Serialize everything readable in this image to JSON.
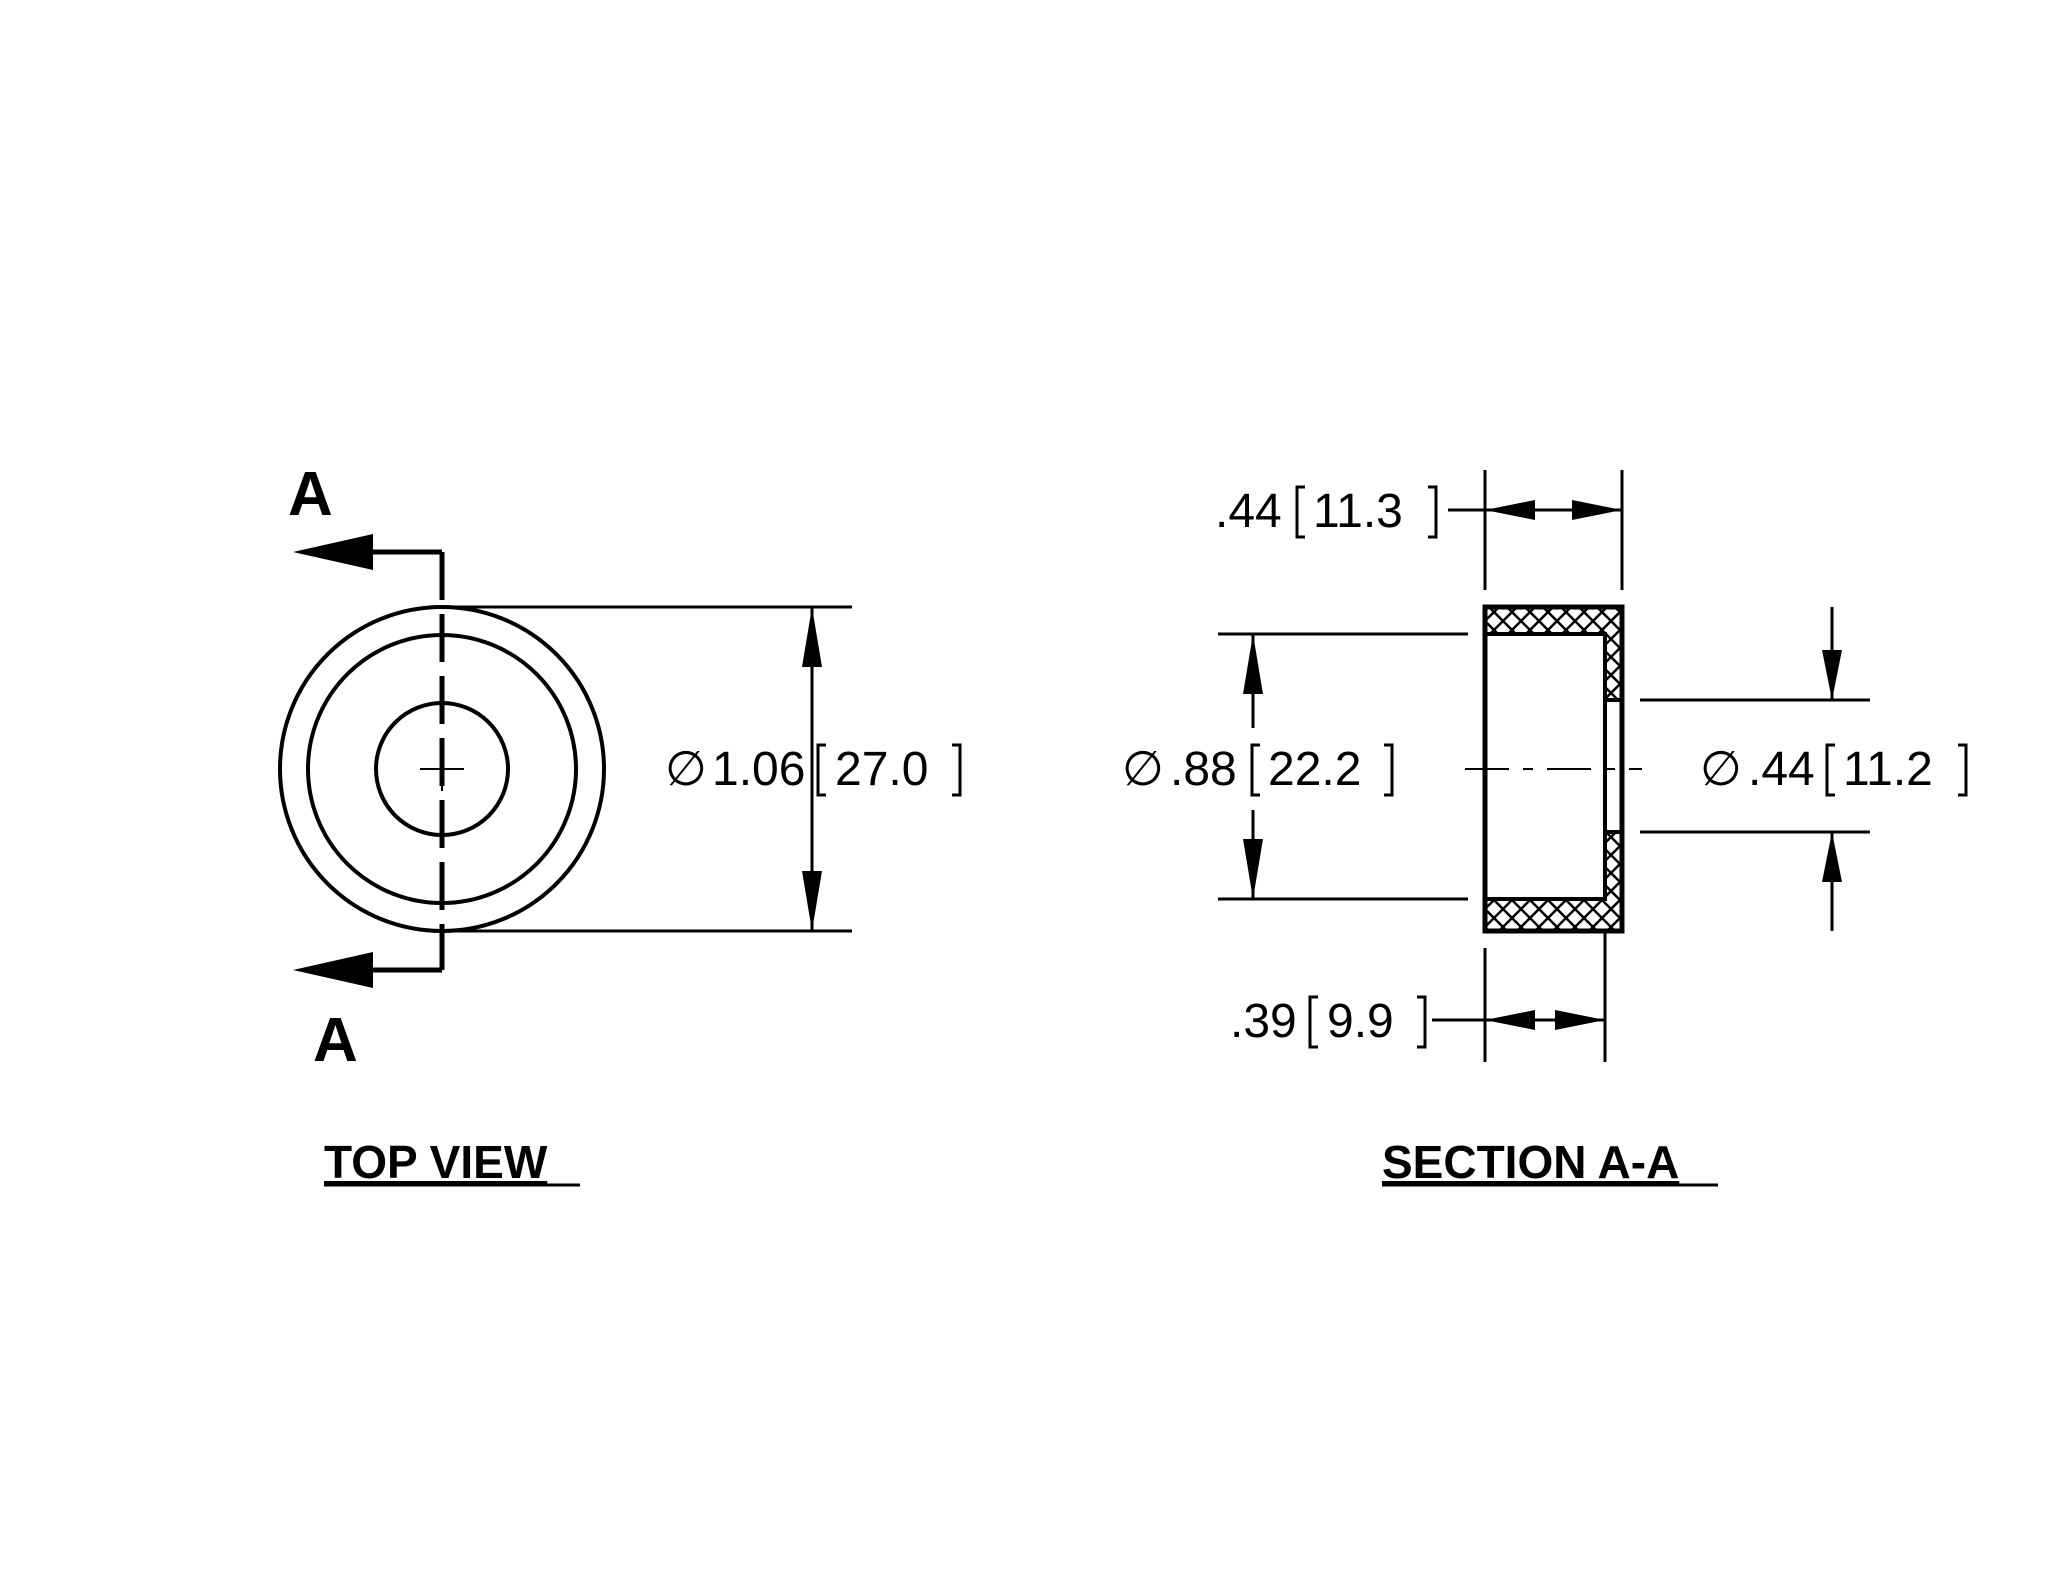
{
  "top_view": {
    "title": "TOP VIEW",
    "section_label_top": "A",
    "section_label_bottom": "A",
    "diameter": {
      "symbol": "∅",
      "inch": "1.06",
      "mm": "27.0"
    }
  },
  "section_view": {
    "title": "SECTION A-A",
    "overall_height": {
      "inch": ".44",
      "mm": "11.3"
    },
    "inner_diameter": {
      "symbol": "∅",
      "inch": ".88",
      "mm": "22.2"
    },
    "hole_diameter": {
      "symbol": "∅",
      "inch": ".44",
      "mm": "11.2"
    },
    "cavity_depth": {
      "inch": ".39",
      "mm": "9.9"
    }
  }
}
